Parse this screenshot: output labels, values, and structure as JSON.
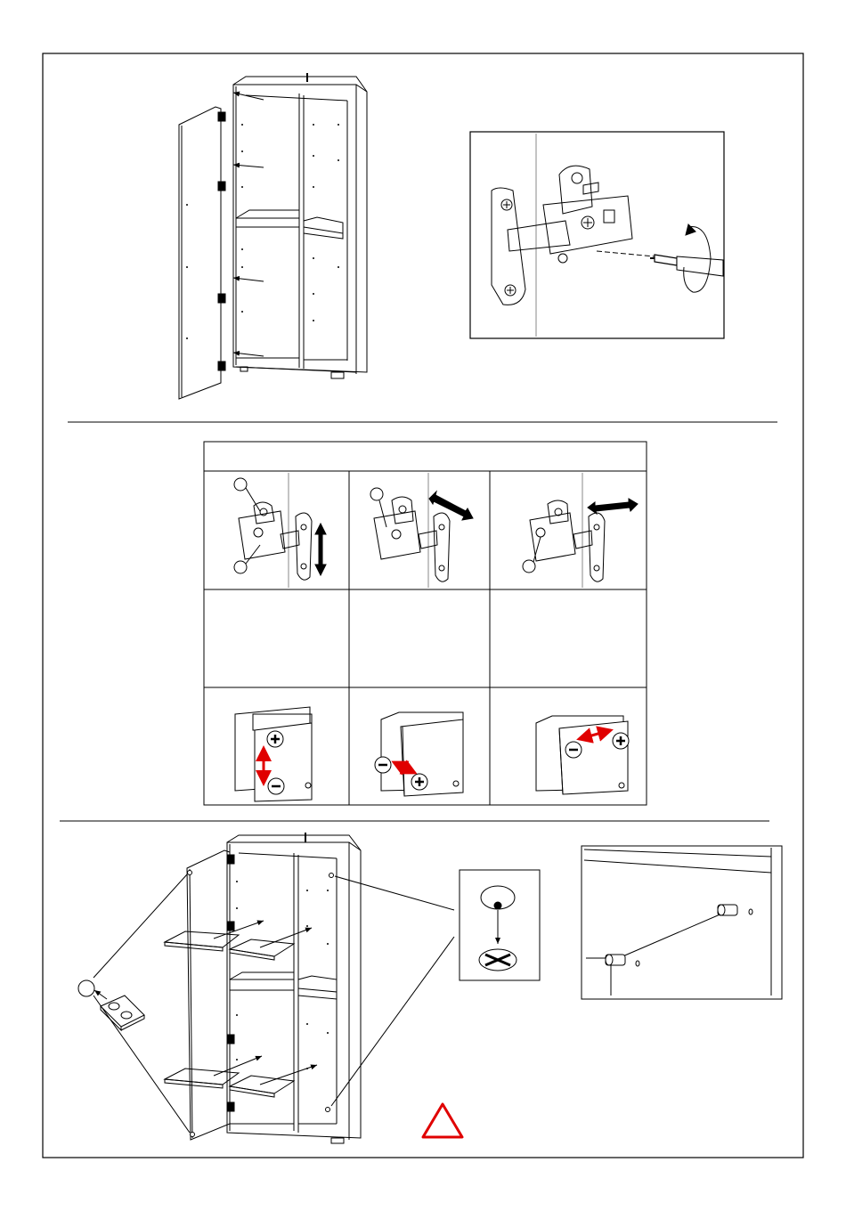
{
  "page": {
    "background": "#ffffff",
    "line_color": "#000000",
    "accent_red": "#e00000"
  },
  "icons": {
    "section1": [
      "cabinet-door-mounting-drawing",
      "hinge-screwdriver-detail-drawing"
    ],
    "section2": [
      "hinge-adjust-height",
      "hinge-adjust-depth",
      "hinge-adjust-side",
      "door-height-result",
      "door-depth-result",
      "door-side-result"
    ],
    "section3": [
      "cabinet-shelf-install-drawing",
      "bumper-pad-sheet",
      "bumper-pad-detail",
      "shelf-support-pin-detail",
      "warning-triangle-icon"
    ]
  }
}
